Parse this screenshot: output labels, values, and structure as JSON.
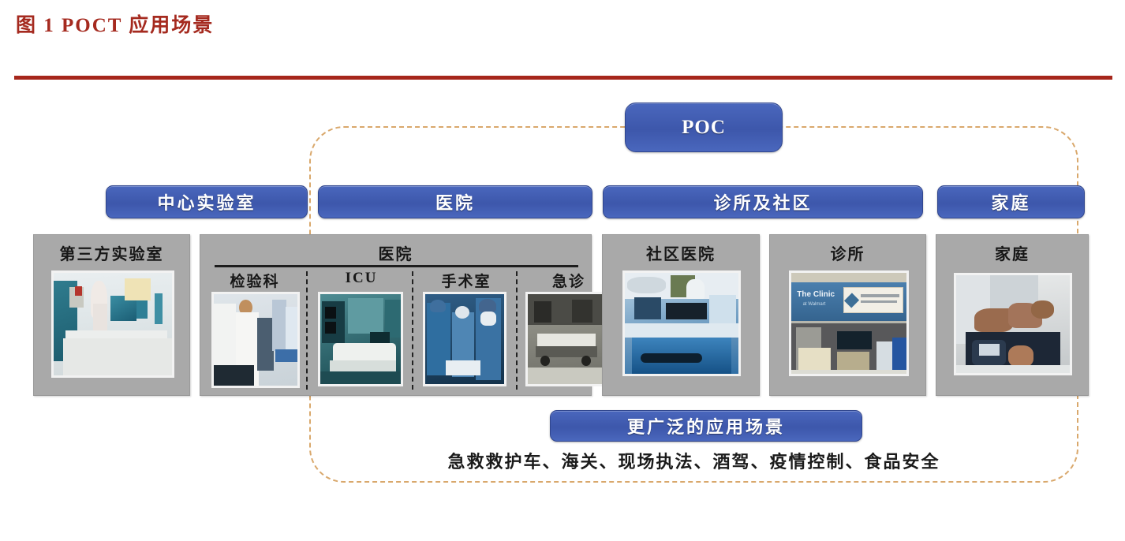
{
  "figure": {
    "title": "图 1  POCT 应用场景",
    "accent_red": "#a6271c",
    "node_blue": "#3d57ab",
    "panel_gray": "#a9a9a9",
    "scope_dash": "#d9a86c"
  },
  "root_node": {
    "label": "POC"
  },
  "categories": [
    {
      "label": "中心实验室"
    },
    {
      "label": "医院"
    },
    {
      "label": "诊所及社区"
    },
    {
      "label": "家庭"
    }
  ],
  "panels": [
    {
      "title": "第三方实验室",
      "photo": "third-party-lab-photo"
    },
    {
      "title": "医院",
      "photo": null,
      "sub_items": [
        {
          "label": "检验科",
          "photo": "clinical-laboratory-photo"
        },
        {
          "label": "ICU",
          "photo": "icu-ward-photo"
        },
        {
          "label": "手术室",
          "photo": "operating-room-photo"
        },
        {
          "label": "急诊",
          "photo": "emergency-room-photo"
        }
      ]
    },
    {
      "title": "社区医院",
      "photo": "community-hospital-photo"
    },
    {
      "title": "诊所",
      "photo": "clinic-storefront-photo",
      "photo_sign_text": "The Clinic",
      "photo_sign_subtext": "at Walmart"
    },
    {
      "title": "家庭",
      "photo": "home-glucose-test-photo"
    }
  ],
  "broader": {
    "pill_label": "更广泛的应用场景",
    "items_line": "急救救护车、海关、现场执法、酒驾、疫情控制、食品安全"
  }
}
